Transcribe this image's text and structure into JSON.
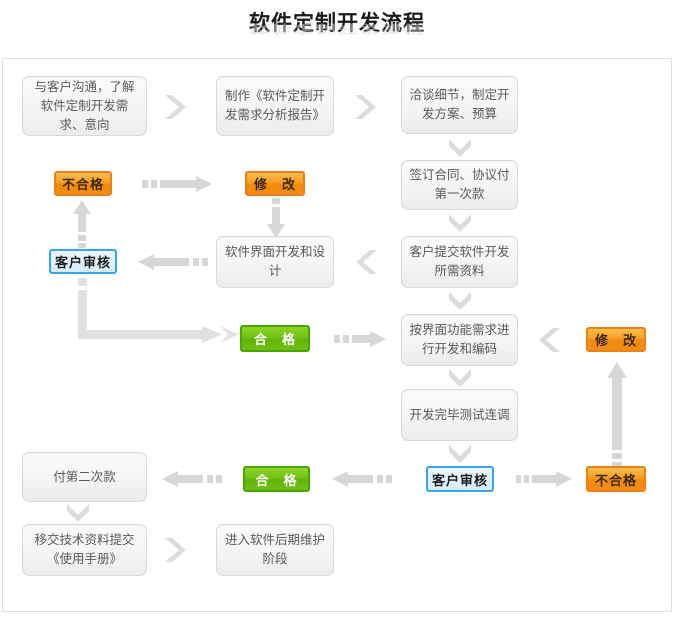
{
  "title": "软件定制开发流程",
  "nodes": [
    {
      "id": "n1",
      "text": "与客户沟通，了解软件定制开发需求、意向"
    },
    {
      "id": "n2",
      "text": "制作《软件定制开发需求分析报告》"
    },
    {
      "id": "n3",
      "text": "洽谈细节，制定开发方案、预算"
    },
    {
      "id": "n4",
      "text": "签订合同、协议付第一次款"
    },
    {
      "id": "n5",
      "text": "客户提交软件开发所需资料"
    },
    {
      "id": "n6",
      "text": "软件界面开发和设计"
    },
    {
      "id": "n7",
      "text": "按界面功能需求进行开发和编码"
    },
    {
      "id": "n8",
      "text": "开发完毕测试连调"
    },
    {
      "id": "n9",
      "text": "付第二次款"
    },
    {
      "id": "n10",
      "text": "移交技术资料提交《使用手册》"
    },
    {
      "id": "n11",
      "text": "进入软件后期维护阶段"
    }
  ],
  "pills": [
    {
      "id": "p1",
      "text": "不合格",
      "kind": "orange"
    },
    {
      "id": "p2",
      "text": "修　改",
      "kind": "orange"
    },
    {
      "id": "p3",
      "text": "客户审核",
      "kind": "blue"
    },
    {
      "id": "p4",
      "text": "合　格",
      "kind": "green"
    },
    {
      "id": "p5",
      "text": "修　改",
      "kind": "orange"
    },
    {
      "id": "p6",
      "text": "合　格",
      "kind": "green"
    },
    {
      "id": "p7",
      "text": "客户审核",
      "kind": "blue"
    },
    {
      "id": "p8",
      "text": "不合格",
      "kind": "orange"
    }
  ],
  "colors": {
    "orange_fill": "#f79b22",
    "orange_border": "#e8821a",
    "green_fill": "#6cc00d",
    "green_border": "#49a500",
    "blue_fill": "#ddeeff",
    "blue_border": "#3ba4ef",
    "node_fill": "#f4f4f4",
    "node_border": "#d9d9d9",
    "arrow_gray": "#d5d5d5",
    "frame_border": "#dedede",
    "title_color": "#1a1a1a"
  }
}
